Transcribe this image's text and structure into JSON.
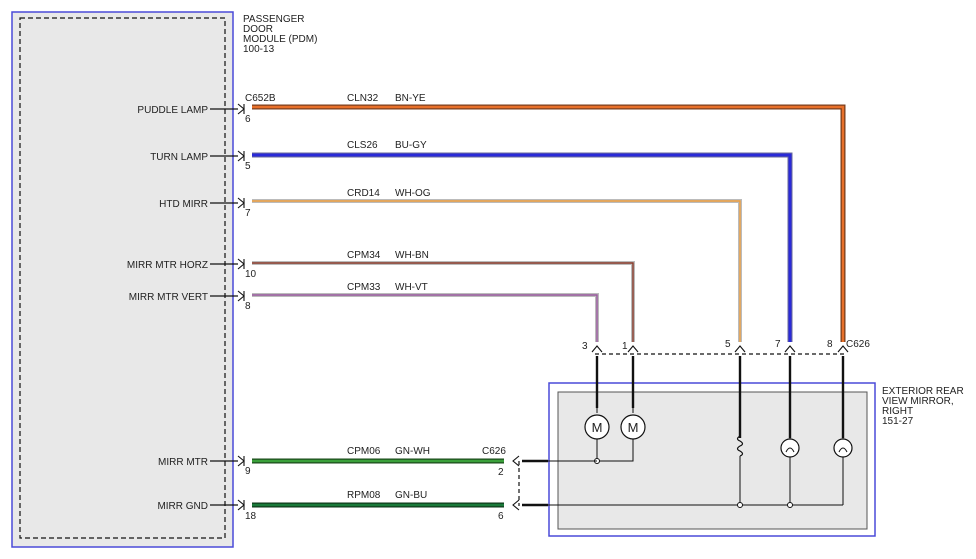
{
  "module": {
    "name_lines": [
      "PASSENGER",
      "DOOR",
      "MODULE (PDM)",
      "100-13"
    ]
  },
  "mirror": {
    "name_lines": [
      "EXTERIOR REAR",
      "VIEW MIRROR,",
      "RIGHT",
      "151-27"
    ]
  },
  "connectors": {
    "pdm_connector": "C652B",
    "mirror_connector": "C626",
    "inline_connector": "C626"
  },
  "circuits": [
    {
      "pin_label": "PUDDLE LAMP",
      "pdm_pin": "6",
      "circuit": "CLN32",
      "wire_color": "BN-YE",
      "mirror_pin": "8",
      "colors": [
        "#e8702a",
        "#7a3e1c"
      ]
    },
    {
      "pin_label": "TURN LAMP",
      "pdm_pin": "5",
      "circuit": "CLS26",
      "wire_color": "BU-GY",
      "mirror_pin": "7",
      "colors": [
        "#2a2ad8",
        "#6a6a9a"
      ]
    },
    {
      "pin_label": "HTD MIRR",
      "pdm_pin": "7",
      "circuit": "CRD14",
      "wire_color": "WH-OG",
      "mirror_pin": "5",
      "colors": [
        "#f0a040",
        "#d0d0d0"
      ]
    },
    {
      "pin_label": "MIRR MTR HORZ",
      "pdm_pin": "10",
      "circuit": "CPM34",
      "wire_color": "WH-BN",
      "mirror_pin": "1",
      "colors": [
        "#8a3a2a",
        "#d0d0d0"
      ]
    },
    {
      "pin_label": "MIRR MTR VERT",
      "pdm_pin": "8",
      "circuit": "CPM33",
      "wire_color": "WH-VT",
      "mirror_pin": "3",
      "colors": [
        "#9a5aa0",
        "#d0d0d0"
      ]
    },
    {
      "pin_label": "MIRR MTR",
      "pdm_pin": "9",
      "circuit": "CPM06",
      "wire_color": "GN-WH",
      "mirror_pin": "2",
      "colors": [
        "#2a8a2a",
        "#d0d0d0"
      ]
    },
    {
      "pin_label": "MIRR GND",
      "pdm_pin": "18",
      "circuit": "RPM08",
      "wire_color": "GN-BU",
      "mirror_pin": "6",
      "colors": [
        "#1a6a2a",
        "#3a5aa0"
      ]
    }
  ],
  "components": {
    "motor_symbol": "M"
  },
  "colors": {
    "box_border": "#4a4ad8",
    "inner_fill": "#e8e8e8",
    "wire_black": "#111111"
  }
}
